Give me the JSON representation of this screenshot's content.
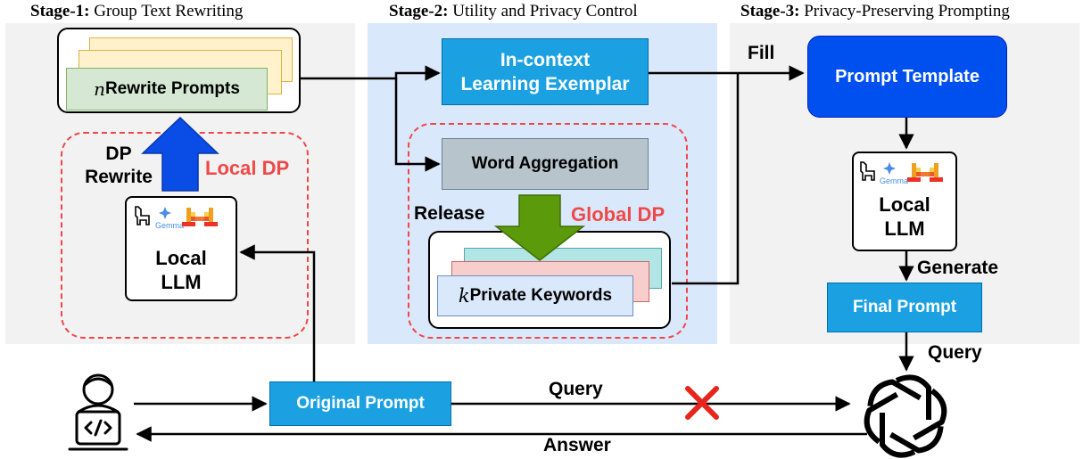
{
  "stages": {
    "s1_bold": "Stage-1:",
    "s1_rest": " Group Text Rewriting",
    "s2_bold": "Stage-2:",
    "s2_rest": " Utility and Privacy Control",
    "s3_bold": "Stage-3:",
    "s3_rest": " Privacy-Preserving Prompting"
  },
  "stage1": {
    "rewrite_var": "n",
    "rewrite_label": " Rewrite Prompts",
    "dp_rewrite": "DP\nRewrite",
    "local_dp": "Local DP",
    "llm": "Local\nLLM",
    "gemma": "Gemma"
  },
  "stage2": {
    "icl": "In-context\nLearning Exemplar",
    "word_agg": "Word Aggregation",
    "release": "Release",
    "global_dp": "Global DP",
    "keywords_var": "k",
    "keywords_label": " Private Keywords"
  },
  "stage3": {
    "fill": "Fill",
    "template": "Prompt Template",
    "llm": "Local\nLLM",
    "gemma": "Gemma",
    "generate": "Generate",
    "final": "Final Prompt",
    "query": "Query"
  },
  "bottom": {
    "original": "Original Prompt",
    "query": "Query",
    "answer": "Answer"
  },
  "colors": {
    "panel_grey": "#f2f2f2",
    "panel_blue": "#dae8fc",
    "box_blue": "#1ba1e2",
    "template_blue": "#0050ef",
    "word_agg": "#b8c4cc",
    "arrow_blue": "#0a4de6",
    "arrow_green": "#5b9a0a",
    "red": "#f04848",
    "cross": "#e8251c"
  }
}
